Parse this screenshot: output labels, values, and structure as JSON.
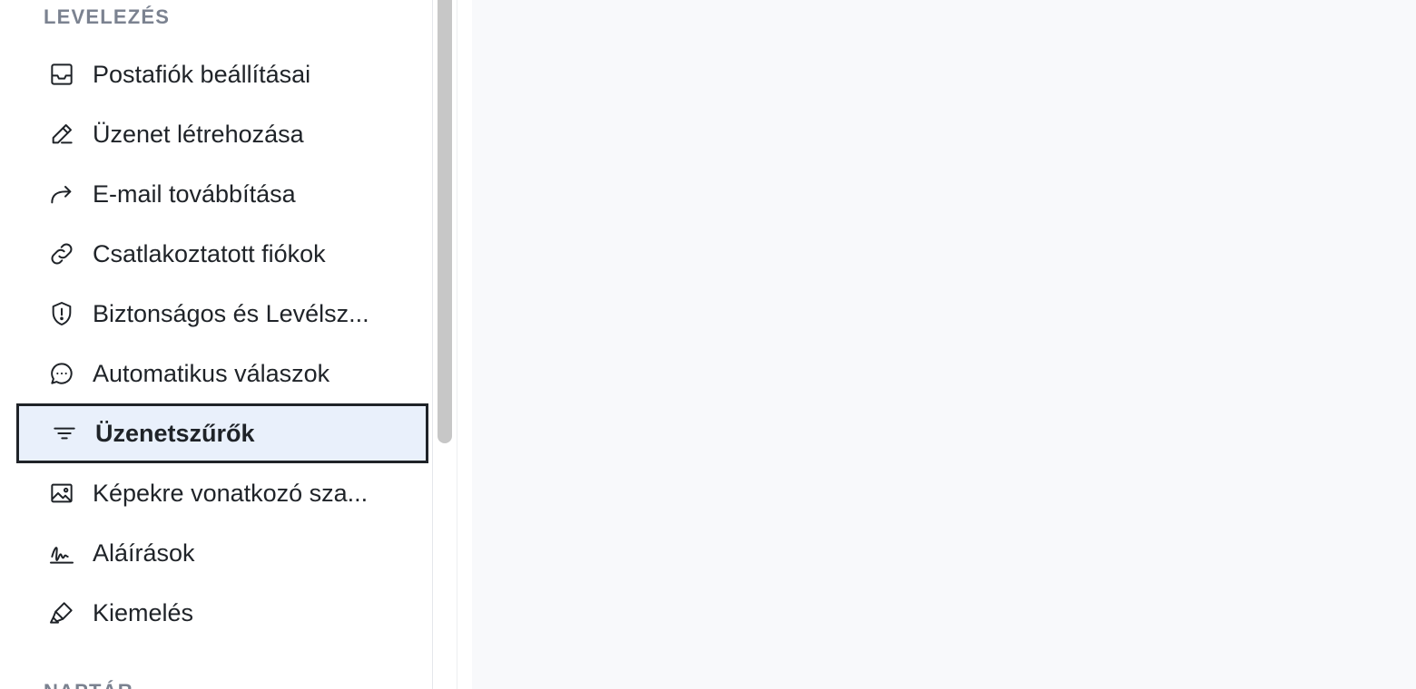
{
  "sidebar": {
    "section_title": "LEVELEZÉS",
    "next_section_title": "NAPTÁR",
    "items": [
      {
        "label": "Postafiók beállításai",
        "icon": "inbox-icon"
      },
      {
        "label": "Üzenet létrehozása",
        "icon": "pencil-icon"
      },
      {
        "label": "E-mail továbbítása",
        "icon": "forward-arrow-icon"
      },
      {
        "label": "Csatlakoztatott fiókok",
        "icon": "link-icon"
      },
      {
        "label": "Biztonságos és Levélsz...",
        "icon": "shield-alert-icon"
      },
      {
        "label": "Automatikus válaszok",
        "icon": "chat-bubble-icon"
      },
      {
        "label": "Üzenetszűrők",
        "icon": "filter-icon",
        "selected": true
      },
      {
        "label": "Képekre vonatkozó sza...",
        "icon": "image-icon"
      },
      {
        "label": "Aláírások",
        "icon": "signature-icon"
      },
      {
        "label": "Kiemelés",
        "icon": "highlighter-icon"
      }
    ]
  },
  "colors": {
    "accent_bg": "#e9f0fb",
    "section_title": "#7b8290",
    "text": "#1f2328",
    "main_bg": "#f8f9fb"
  }
}
